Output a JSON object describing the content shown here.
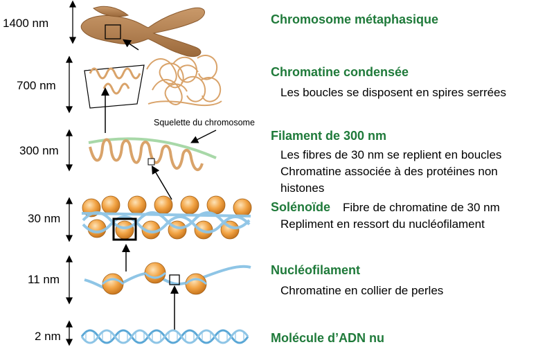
{
  "colors": {
    "title_green": "#1f7a3a",
    "chromatin_tan": "#d9a36a",
    "chromosome_brown": "#b0804d",
    "nucleosome_orange": "#f0a040",
    "dna_blue": "#8ec5e6",
    "scaffold_green": "#a8d8a8"
  },
  "scale": {
    "s1400": "1400 nm",
    "s700": "700 nm",
    "s300": "300 nm",
    "s30": "30 nm",
    "s11": "11 nm",
    "s2": "2 nm"
  },
  "levels": {
    "metaphase": {
      "title": "Chromosome métaphasique"
    },
    "condensed": {
      "title": "Chromatine condensée",
      "desc": "Les boucles se disposent en spires serrées"
    },
    "filament300": {
      "title": "Filament de 300 nm",
      "desc1": "Les fibres de 30 nm se replient en boucles",
      "desc2": "Chromatine associée à des protéines non",
      "desc3": "histones",
      "scaffold_label": "Squelette du chromosome"
    },
    "solenoid": {
      "title": "Solénoïde",
      "desc1": "Fibre de chromatine de 30 nm",
      "desc2": "Repliment en ressort du nucléofilament"
    },
    "nucleofilament": {
      "title": "Nucléofilament",
      "desc": "Chromatine en collier de perles"
    },
    "dna": {
      "title": "Molécule d’ADN nu"
    }
  }
}
